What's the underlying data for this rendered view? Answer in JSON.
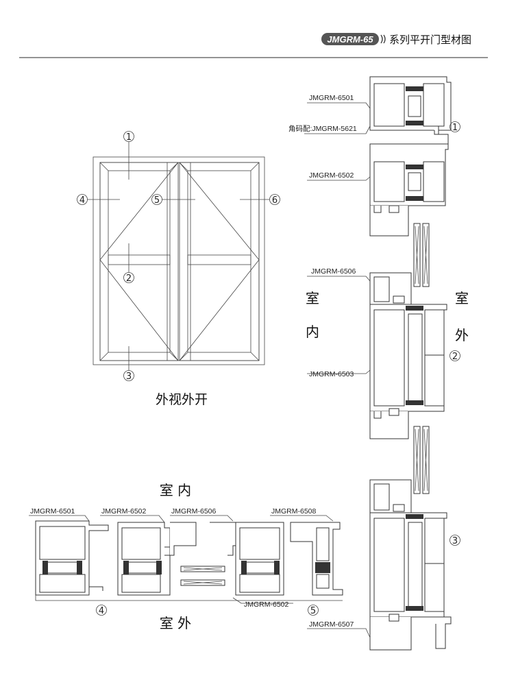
{
  "header": {
    "badge": "JMGRM-65",
    "title": "系列平开门型材图"
  },
  "elevation": {
    "caption": "外视外开",
    "markers": [
      "1",
      "2",
      "3",
      "4",
      "5",
      "6"
    ]
  },
  "side_section": {
    "labels": [
      "JMGRM-6501",
      "角码配:JMGRM-5621",
      "JMGRM-6502",
      "JMGRM-6506",
      "JMGRM-6503",
      "JMGRM-6507"
    ],
    "indoor": [
      "室",
      "内"
    ],
    "outdoor": [
      "室",
      "外"
    ],
    "markers": [
      "1",
      "2",
      "3"
    ]
  },
  "plan_section": {
    "indoor_label": "室 内",
    "outdoor_label": "室 外",
    "labels": [
      "JMGRM-6501",
      "JMGRM-6502",
      "JMGRM-6506",
      "JMGRM-6508",
      "JMGRM-6502"
    ],
    "markers": [
      "4",
      "5"
    ]
  }
}
